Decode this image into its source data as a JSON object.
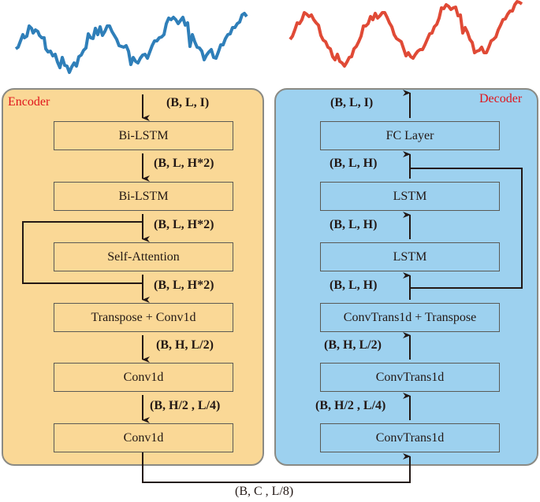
{
  "signals": {
    "input_series": {
      "color": "#2f7fb9",
      "description": "noisy sine wave input"
    },
    "output_series": {
      "color": "#e04a36",
      "description": "noisy sine wave reconstruction"
    }
  },
  "encoder": {
    "title": "Encoder",
    "title_color": "#e0141b",
    "background": "#fad896",
    "input_shape": "(B, L, I)",
    "layers": [
      {
        "label": "Bi-LSTM",
        "output_shape": "(B, L, H*2)"
      },
      {
        "label": "Bi-LSTM",
        "output_shape": "(B, L, H*2)"
      },
      {
        "label": "Self-Attention",
        "output_shape": "(B, L, H*2)"
      },
      {
        "label": "Transpose + Conv1d",
        "output_shape": "(B, H, L/2)"
      },
      {
        "label": "Conv1d",
        "output_shape": "(B, H/2 , L/4)"
      },
      {
        "label": "Conv1d"
      }
    ],
    "skip_connection": "residual around Self-Attention"
  },
  "latent": {
    "shape": "(B, C , L/8)"
  },
  "decoder": {
    "title": "Decoder",
    "title_color": "#e0141b",
    "background": "#9dd1ef",
    "output_shape": "(B, L, I)",
    "layers": [
      {
        "label": "FC Layer",
        "input_shape": "(B, L, H)"
      },
      {
        "label": "LSTM",
        "input_shape": "(B, L, H)"
      },
      {
        "label": "LSTM",
        "input_shape": "(B, L, H)"
      },
      {
        "label": "ConvTrans1d + Transpose",
        "input_shape": "(B, H, L/2)"
      },
      {
        "label": "ConvTrans1d",
        "input_shape": "(B, H/2 , L/4)"
      },
      {
        "label": "ConvTrans1d"
      }
    ],
    "skip_connection": "residual around two LSTM layers"
  }
}
